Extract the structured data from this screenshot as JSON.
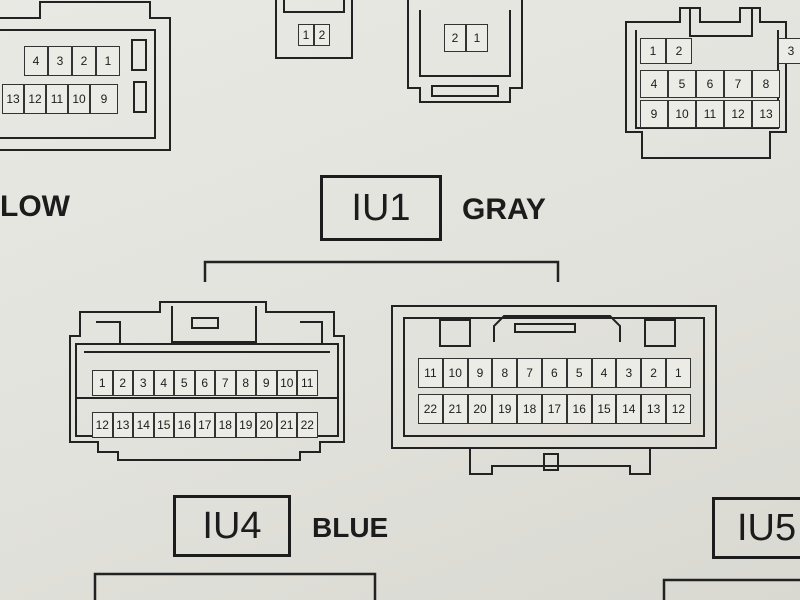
{
  "labels": {
    "yellow_partial": "LOW",
    "iu1_color": "GRAY",
    "iu4_color": "BLUE"
  },
  "connectors": {
    "iu1": {
      "id": "IU1"
    },
    "iu4": {
      "id": "IU4"
    },
    "iu5": {
      "id": "IU5"
    }
  },
  "pins": {
    "top_left_row1": [
      "4",
      "3",
      "2",
      "1"
    ],
    "top_left_row2": [
      "13",
      "12",
      "11",
      "10",
      "9"
    ],
    "top_small_a": [
      "1",
      "2"
    ],
    "top_small_b": [
      "2",
      "1"
    ],
    "top_right_row1": [
      "1",
      "2",
      "3"
    ],
    "top_right_row2": [
      "4",
      "5",
      "6",
      "7",
      "8"
    ],
    "top_right_row3": [
      "9",
      "10",
      "11",
      "12",
      "13"
    ],
    "iu1_left_row1": [
      "1",
      "2",
      "3",
      "4",
      "5",
      "6",
      "7",
      "8",
      "9",
      "10",
      "11"
    ],
    "iu1_left_row2": [
      "12",
      "13",
      "14",
      "15",
      "16",
      "17",
      "18",
      "19",
      "20",
      "21",
      "22"
    ],
    "iu1_right_row1": [
      "11",
      "10",
      "9",
      "8",
      "7",
      "6",
      "5",
      "4",
      "3",
      "2",
      "1"
    ],
    "iu1_right_row2": [
      "22",
      "21",
      "20",
      "19",
      "18",
      "17",
      "16",
      "15",
      "14",
      "13",
      "12"
    ]
  }
}
